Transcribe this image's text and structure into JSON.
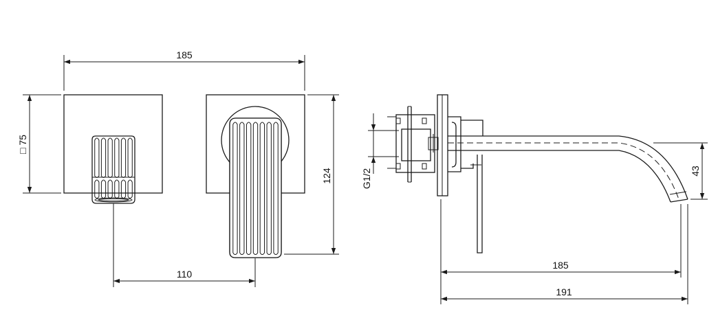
{
  "dimensions": {
    "front_total_width": "185",
    "plate_size": "□ 75",
    "handle_spacing": "110",
    "front_height": "124",
    "thread": "G1/2",
    "spout_drop": "43",
    "spout_length": "185",
    "total_projection": "191"
  }
}
